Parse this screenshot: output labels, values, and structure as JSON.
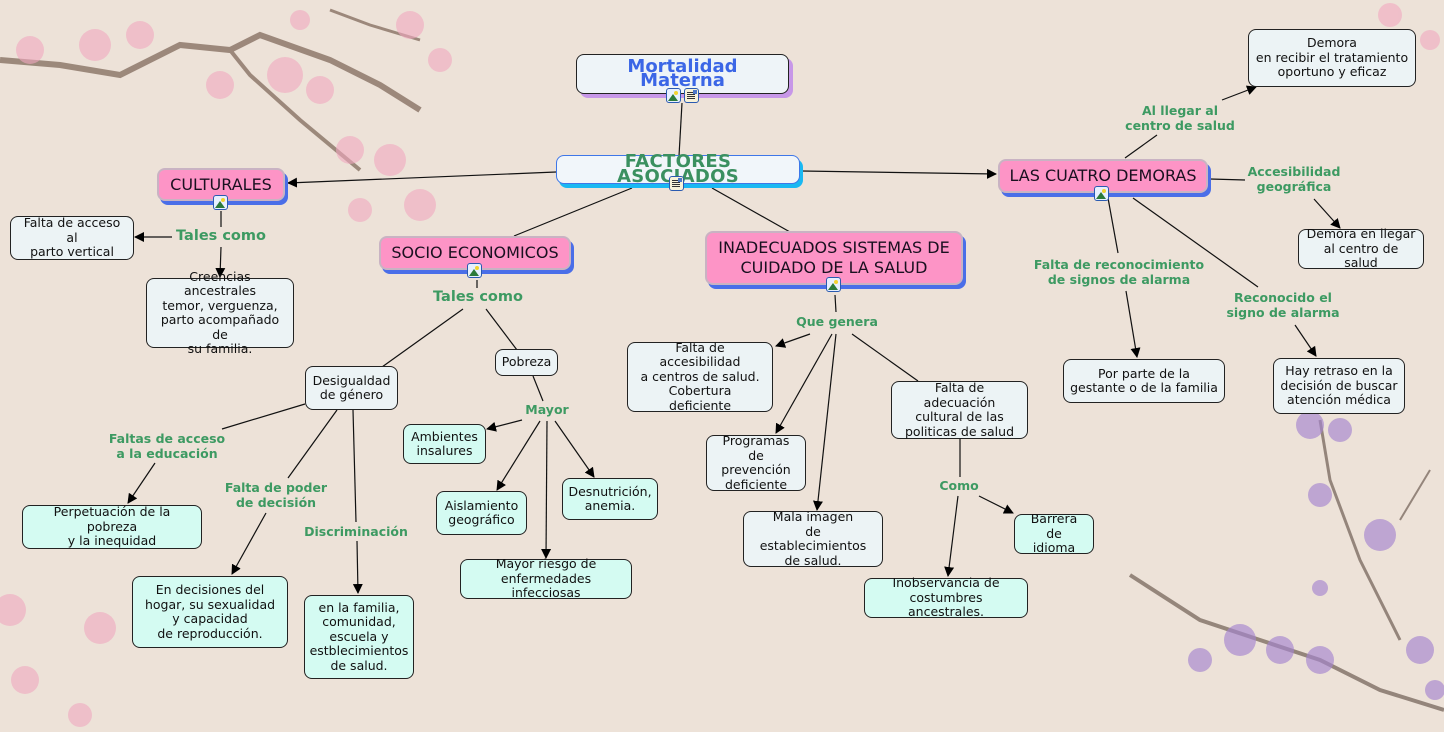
{
  "title": "Mortalidad Materna",
  "central": "FACTORES ASOCIADOS",
  "categories": {
    "culturales": "CULTURALES",
    "socio": "SOCIO ECONOMICOS",
    "sistemas": "INADECUADOS SISTEMAS DE\nCUIDADO DE LA SALUD",
    "demoras": "LAS CUATRO DEMORAS"
  },
  "linking_phrases": {
    "culturales_tales_como": "Tales como",
    "socio_tales_como": "Tales como",
    "mayor": "Mayor",
    "faltas_acceso_educacion": "Faltas de acceso\na la educación",
    "falta_poder_decision": "Falta de poder\nde decisión",
    "discriminacion": "Discriminación",
    "que_genera": "Que genera",
    "como": "Como",
    "al_llegar": "Al llegar al\ncentro de salud",
    "accesibilidad": "Accesibilidad\ngeográfica",
    "falta_reconocimiento": "Falta de reconocimiento\nde signos de alarma",
    "reconocido": "Reconocido el\nsigno de alarma"
  },
  "concepts": {
    "parto_vertical": "Falta de acceso al\nparto vertical",
    "creencias": "Creencias ancestrales\ntemor, verguenza,\nparto acompañado de\nsu familia.",
    "desigualdad": "Desigualdad\nde género",
    "pobreza": "Pobreza",
    "ambientes": "Ambientes\ninsalures",
    "aislamiento": "Aislamiento\ngeográfico",
    "desnutricion": "Desnutrición,\nanemia.",
    "riesgo": "Mayor riesgo de\nenfermedades infecciosas",
    "perpetuacion": "Perpetuación de la pobreza\ny la inequidad",
    "decisiones_hogar": "En decisiones del\nhogar, su  sexualidad\ny capacidad\nde reproducción.",
    "familia_comunidad": "en la familia,\ncomunidad,\nescuela y\nestblecimientos\nde salud.",
    "falta_accesibilidad": "Falta de accesibilidad\na centros de salud.\nCobertura\ndeficiente",
    "programas": "Programas de\nprevención\ndeficiente",
    "mala_imagen": "Mala imagen\nde establecimientos\nde salud.",
    "adecuacion": "Falta de adecuación\ncultural de las\npoliticas de salud",
    "barrera": "Barrera de\nidioma",
    "inobservancia": "Inobservancia de\ncostumbres ancestrales.",
    "demora_tratamiento": "Demora\nen recibir el tratamiento\noportuno y eficaz",
    "demora_llegar": "Demora en llegar\nal centro de salud",
    "por_parte": "Por parte de la\ngestante o de la familia",
    "hay_retraso": "Hay retraso en la\ndecisión de buscar\natención médica"
  },
  "colors": {
    "background": "#ede2d8",
    "category_fill": "#fd94c6",
    "category_shadow": "#4a6ee8",
    "link_text": "#3d9a62",
    "root_text": "#3b66e6",
    "concept_pale": "#ecf3f5",
    "concept_cyan": "#d4fbf2"
  }
}
